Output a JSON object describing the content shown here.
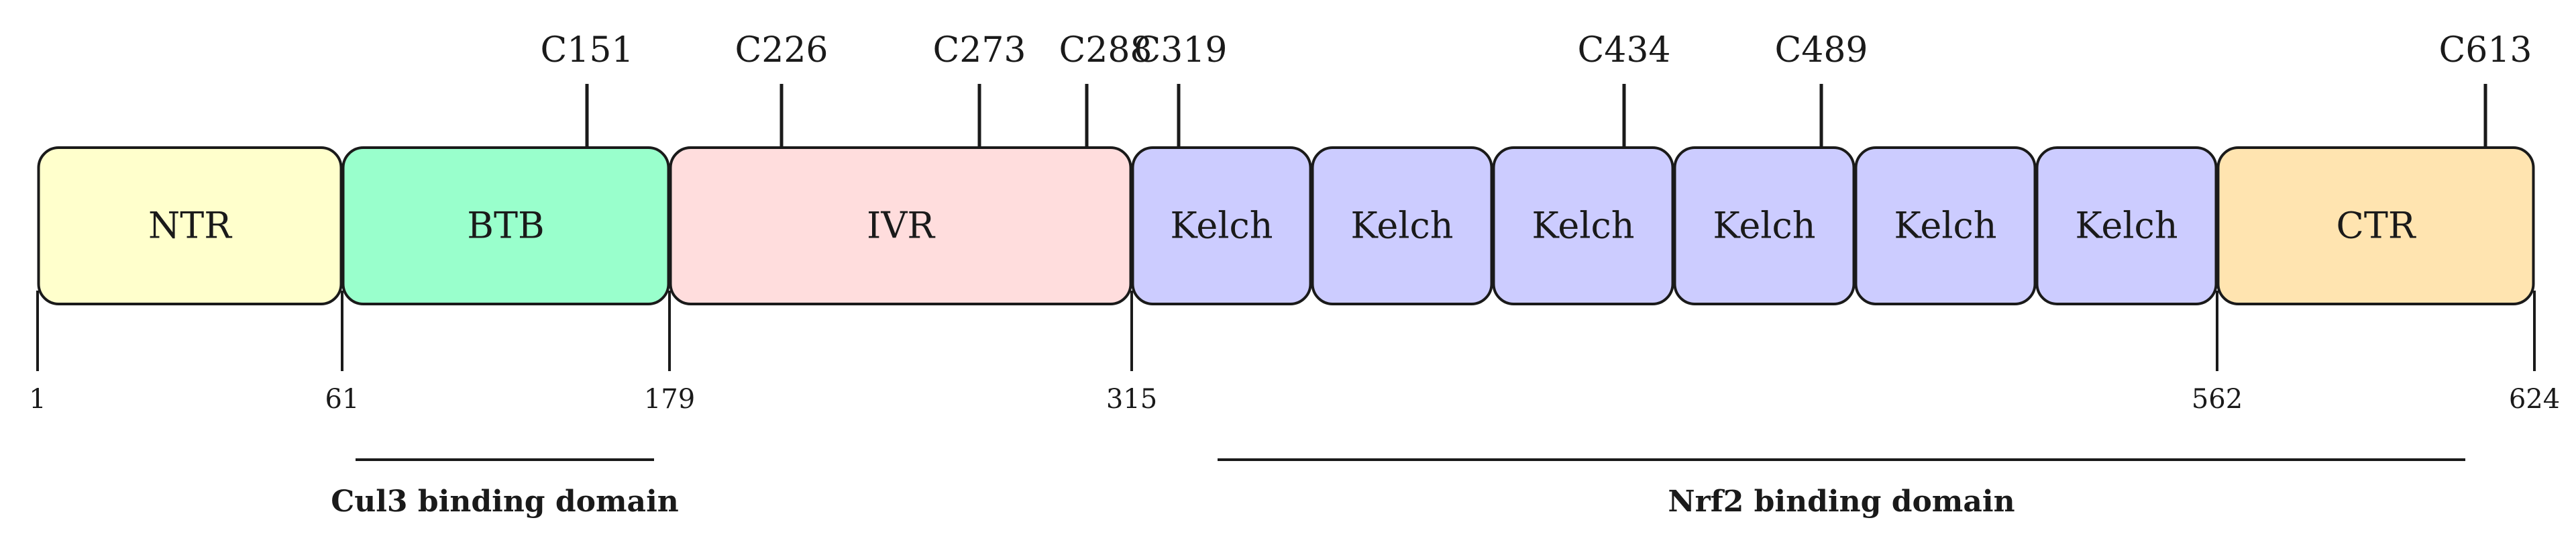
{
  "domains": [
    {
      "label": "NTR",
      "color": "#FFFFCC"
    },
    {
      "label": "BTB",
      "color": "#99FFCC"
    },
    {
      "label": "IVR",
      "color": "#FFDDDD"
    },
    {
      "label": "Kelch",
      "color": "#CCCCFF"
    },
    {
      "label": "Kelch",
      "color": "#CCCCFF"
    },
    {
      "label": "Kelch",
      "color": "#CCCCFF"
    },
    {
      "label": "Kelch",
      "color": "#CCCCFF"
    },
    {
      "label": "Kelch",
      "color": "#CCCCFF"
    },
    {
      "label": "Kelch",
      "color": "#CCCCFF"
    },
    {
      "label": "CTR",
      "color": "#FFE4B0"
    }
  ],
  "cysteines": [
    "C151",
    "C226",
    "C273",
    "C288",
    "C319",
    "C434",
    "C489",
    "C613"
  ],
  "positions": [
    "1",
    "61",
    "179",
    "315",
    "562",
    "624"
  ],
  "binding_domains": [
    {
      "label": "Cul3 binding domain"
    },
    {
      "label": "Nrf2 binding domain"
    }
  ]
}
